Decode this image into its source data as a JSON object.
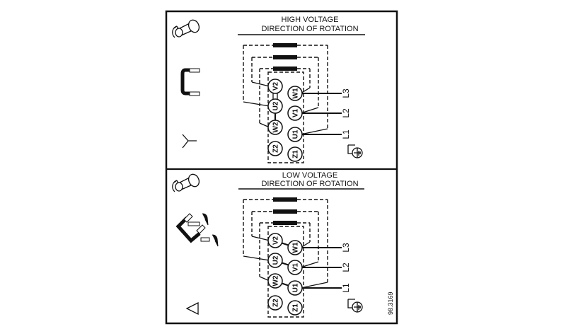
{
  "document_id": "98.3169",
  "panels": [
    {
      "key": "high",
      "title_line1": "HIGH VOLTAGE",
      "title_line2": "DIRECTION OF ROTATION",
      "connection_type": "star (Y)",
      "connection_symbol": "star-icon",
      "bridge_icon": "u-bridge-icon",
      "terminals_left": [
        "V2",
        "U2",
        "W2",
        "Z2"
      ],
      "terminals_right": [
        "W1",
        "V1",
        "U1",
        "Z1"
      ],
      "lines": [
        "L3",
        "L2",
        "L1"
      ]
    },
    {
      "key": "low",
      "title_line1": "LOW VOLTAGE",
      "title_line2": "DIRECTION OF ROTATION",
      "connection_type": "delta (triangle)",
      "connection_symbol": "delta-icon",
      "bridge_icon": "angled-bridges-icon",
      "terminals_left": [
        "V2",
        "U2",
        "W2",
        "Z2"
      ],
      "terminals_right": [
        "W1",
        "V1",
        "U1",
        "Z1"
      ],
      "lines": [
        "L3",
        "L2",
        "L1"
      ]
    }
  ],
  "colors": {
    "ink": "#111111",
    "background": "#ffffff"
  }
}
